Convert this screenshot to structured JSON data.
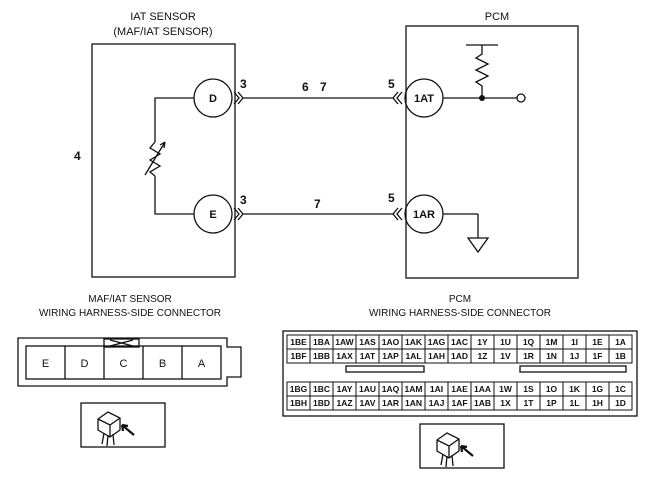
{
  "iat_sensor": {
    "title": "IAT SENSOR",
    "subtitle": "(MAF/IAT SENSOR)",
    "pin_d": "D",
    "pin_e": "E",
    "callout_left": "4",
    "callout_d": "3",
    "callout_e": "3"
  },
  "pcm": {
    "title": "PCM",
    "pin_top": "1AT",
    "pin_bottom": "1AR",
    "callout_top": "5",
    "callout_bottom": "5"
  },
  "wires": {
    "top_callout_a": "6",
    "top_callout_b": "7",
    "bottom_callout": "7"
  },
  "maf_connector": {
    "title_line1": "MAF/IAT SENSOR",
    "title_line2": "WIRING HARNESS-SIDE CONNECTOR",
    "pins": [
      "E",
      "D",
      "C",
      "B",
      "A"
    ]
  },
  "pcm_connector": {
    "title_line1": "PCM",
    "title_line2": "WIRING HARNESS-SIDE CONNECTOR",
    "upper_rows": [
      [
        "1BE",
        "1BA",
        "1AW",
        "1AS",
        "1AO",
        "1AK",
        "1AG",
        "1AC",
        "1Y",
        "1U",
        "1Q",
        "1M",
        "1I",
        "1E",
        "1A"
      ],
      [
        "1BF",
        "1BB",
        "1AX",
        "1AT",
        "1AP",
        "1AL",
        "1AH",
        "1AD",
        "1Z",
        "1V",
        "1R",
        "1N",
        "1J",
        "1F",
        "1B"
      ]
    ],
    "lower_rows": [
      [
        "1BG",
        "1BC",
        "1AY",
        "1AU",
        "1AQ",
        "1AM",
        "1AI",
        "1AE",
        "1AA",
        "1W",
        "1S",
        "1O",
        "1K",
        "1G",
        "1C"
      ],
      [
        "1BH",
        "1BD",
        "1AZ",
        "1AV",
        "1AR",
        "1AN",
        "1AJ",
        "1AF",
        "1AB",
        "1X",
        "1T",
        "1P",
        "1L",
        "1H",
        "1D"
      ]
    ]
  }
}
